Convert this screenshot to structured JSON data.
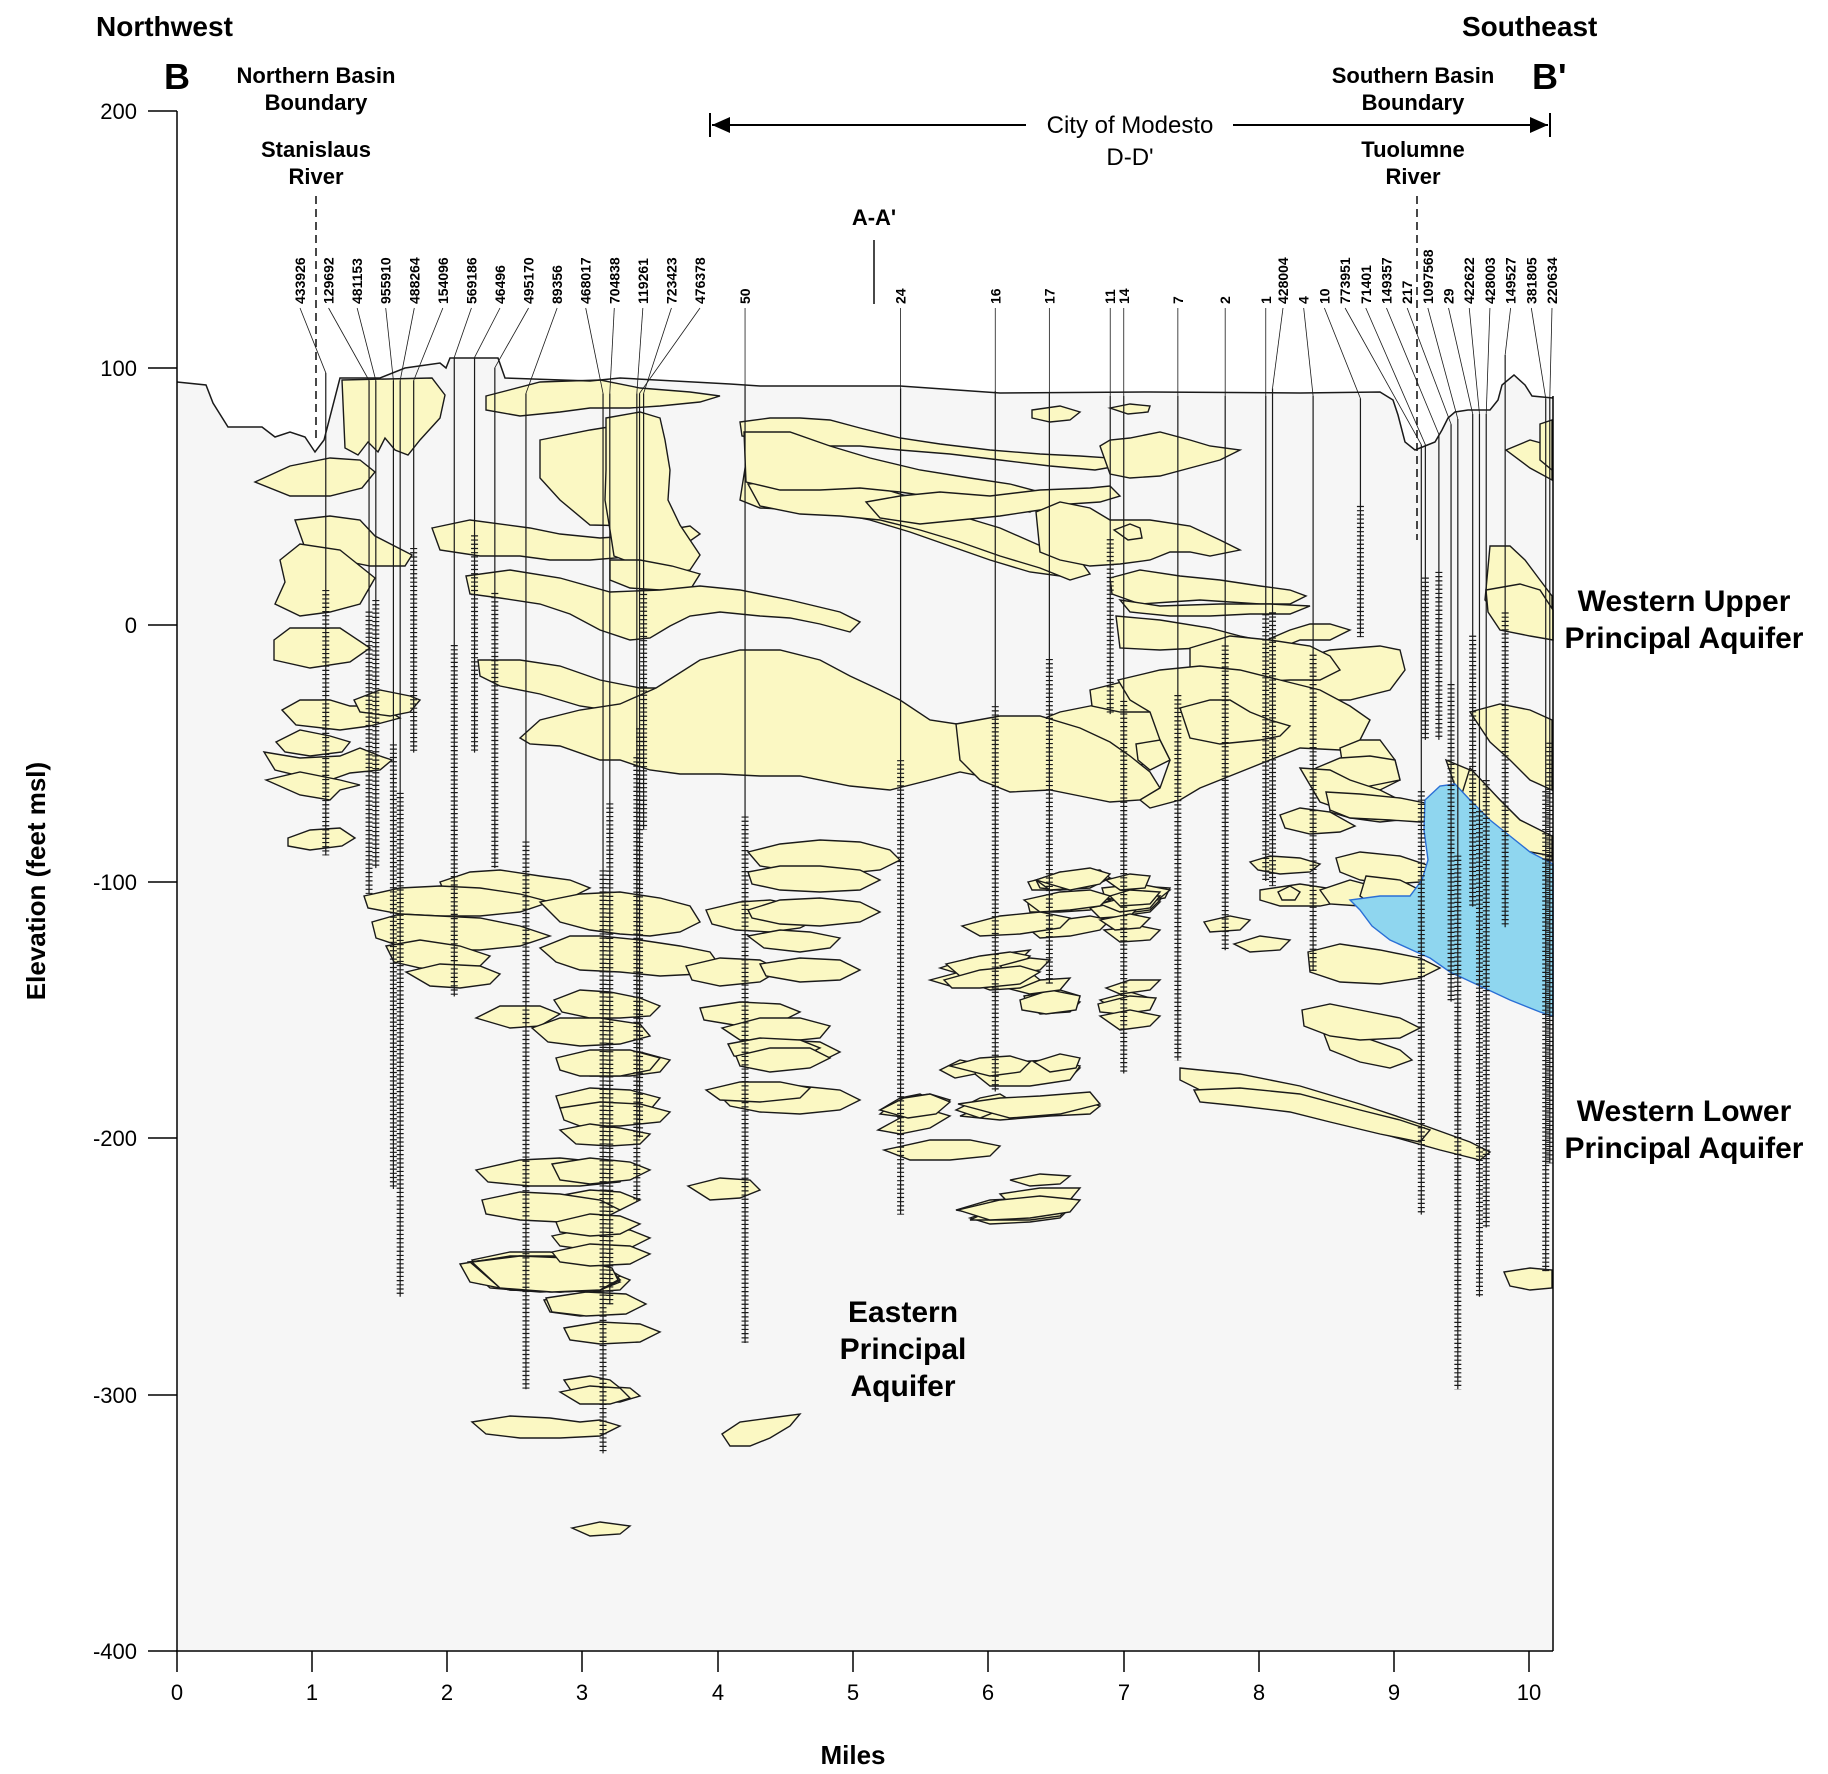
{
  "directions": {
    "left": "Northwest",
    "right": "Southeast"
  },
  "section_ends": {
    "left": "B",
    "right": "B'"
  },
  "northern_boundary": {
    "line1": "Northern Basin",
    "line2": "Boundary"
  },
  "southern_boundary": {
    "line1": "Southern Basin",
    "line2": "Boundary"
  },
  "north_river": {
    "line1": "Stanislaus",
    "line2": "River"
  },
  "south_river": {
    "line1": "Tuolumne",
    "line2": "River"
  },
  "modesto": {
    "line1": "City of Modesto",
    "line2": "D-D'"
  },
  "crossing": "A-A'",
  "axes": {
    "ylabel": "Elevation (feet msl)",
    "xlabel": "Miles",
    "ylim": [
      -400,
      200
    ],
    "xlim": [
      0,
      10.15
    ]
  },
  "y_ticks": [
    "200",
    "100",
    "0",
    "-100",
    "-200",
    "-300",
    "-400"
  ],
  "x_ticks": [
    "0",
    "1",
    "2",
    "3",
    "4",
    "5",
    "6",
    "7",
    "8",
    "9",
    "10"
  ],
  "aquifers": {
    "eastern": {
      "line1": "Eastern",
      "line2": "Principal",
      "line3": "Aquifer"
    },
    "western_upper": {
      "line1": "Western Upper",
      "line2": "Principal Aquifer"
    },
    "western_lower": {
      "line1": "Western Lower",
      "line2": "Principal Aquifer"
    }
  },
  "colors": {
    "coarse_sediment": "#fbf8c3",
    "clay_layer": "#8fd6ef",
    "background": "#f6f6f6",
    "outline": "#1a1a1a"
  },
  "wells": [
    {
      "id": "433926",
      "mile": 1.1,
      "top": 98,
      "bottom": -90
    },
    {
      "id": "129692",
      "mile": 1.42,
      "top": 95,
      "bottom": -105
    },
    {
      "id": "481153",
      "mile": 1.47,
      "top": 95,
      "bottom": -95
    },
    {
      "id": "955910",
      "mile": 1.6,
      "top": 95,
      "bottom": -220
    },
    {
      "id": "488264",
      "mile": 1.65,
      "top": 95,
      "bottom": -262
    },
    {
      "id": "154096",
      "mile": 1.75,
      "top": 95,
      "bottom": -50
    },
    {
      "id": "569186",
      "mile": 2.05,
      "top": 104,
      "bottom": -145
    },
    {
      "id": "46496",
      "mile": 2.2,
      "top": 104,
      "bottom": -50
    },
    {
      "id": "495170",
      "mile": 2.35,
      "top": 100,
      "bottom": -95
    },
    {
      "id": "89356",
      "mile": 2.58,
      "top": 90,
      "bottom": -298
    },
    {
      "id": "468017",
      "mile": 3.15,
      "top": 90,
      "bottom": -323
    },
    {
      "id": "704838",
      "mile": 3.2,
      "top": 90,
      "bottom": -265
    },
    {
      "id": "119261",
      "mile": 3.4,
      "top": 90,
      "bottom": -225
    },
    {
      "id": "723423",
      "mile": 3.45,
      "top": 90,
      "bottom": -80
    },
    {
      "id": "476378",
      "mile": 3.42,
      "top": 90,
      "bottom": -200
    },
    {
      "id": "50",
      "mile": 4.2,
      "top": 93,
      "bottom": -280
    },
    {
      "id": "24",
      "mile": 5.35,
      "top": 92,
      "bottom": -230
    },
    {
      "id": "16",
      "mile": 6.05,
      "top": 91,
      "bottom": -182
    },
    {
      "id": "17",
      "mile": 6.45,
      "top": 90,
      "bottom": -140
    },
    {
      "id": "11",
      "mile": 6.9,
      "top": 89,
      "bottom": -35
    },
    {
      "id": "14",
      "mile": 7.0,
      "top": 89,
      "bottom": -175
    },
    {
      "id": "7",
      "mile": 7.4,
      "top": 89,
      "bottom": -170
    },
    {
      "id": "2",
      "mile": 7.75,
      "top": 89,
      "bottom": -127
    },
    {
      "id": "1",
      "mile": 8.05,
      "top": 89,
      "bottom": -100
    },
    {
      "id": "428004",
      "mile": 8.1,
      "top": 92,
      "bottom": -102
    },
    {
      "id": "4",
      "mile": 8.4,
      "top": 89,
      "bottom": -135
    },
    {
      "id": "10",
      "mile": 8.75,
      "top": 88,
      "bottom": -5
    },
    {
      "id": "773951",
      "mile": 9.2,
      "top": 70,
      "bottom": -230
    },
    {
      "id": "71401",
      "mile": 9.23,
      "top": 70,
      "bottom": -45
    },
    {
      "id": "149357",
      "mile": 9.33,
      "top": 74,
      "bottom": -45
    },
    {
      "id": "217",
      "mile": 9.42,
      "top": 78,
      "bottom": -147
    },
    {
      "id": "1097568",
      "mile": 9.47,
      "top": 80,
      "bottom": -298
    },
    {
      "id": "29",
      "mile": 9.58,
      "top": 82,
      "bottom": -110
    },
    {
      "id": "422622",
      "mile": 9.63,
      "top": 82,
      "bottom": -262
    },
    {
      "id": "428003",
      "mile": 9.68,
      "top": 82,
      "bottom": -235
    },
    {
      "id": "149527",
      "mile": 9.82,
      "top": 105,
      "bottom": -118
    },
    {
      "id": "381805",
      "mile": 10.12,
      "top": 88,
      "bottom": -252
    },
    {
      "id": "220634",
      "mile": 10.15,
      "top": 88,
      "bottom": -210
    }
  ]
}
